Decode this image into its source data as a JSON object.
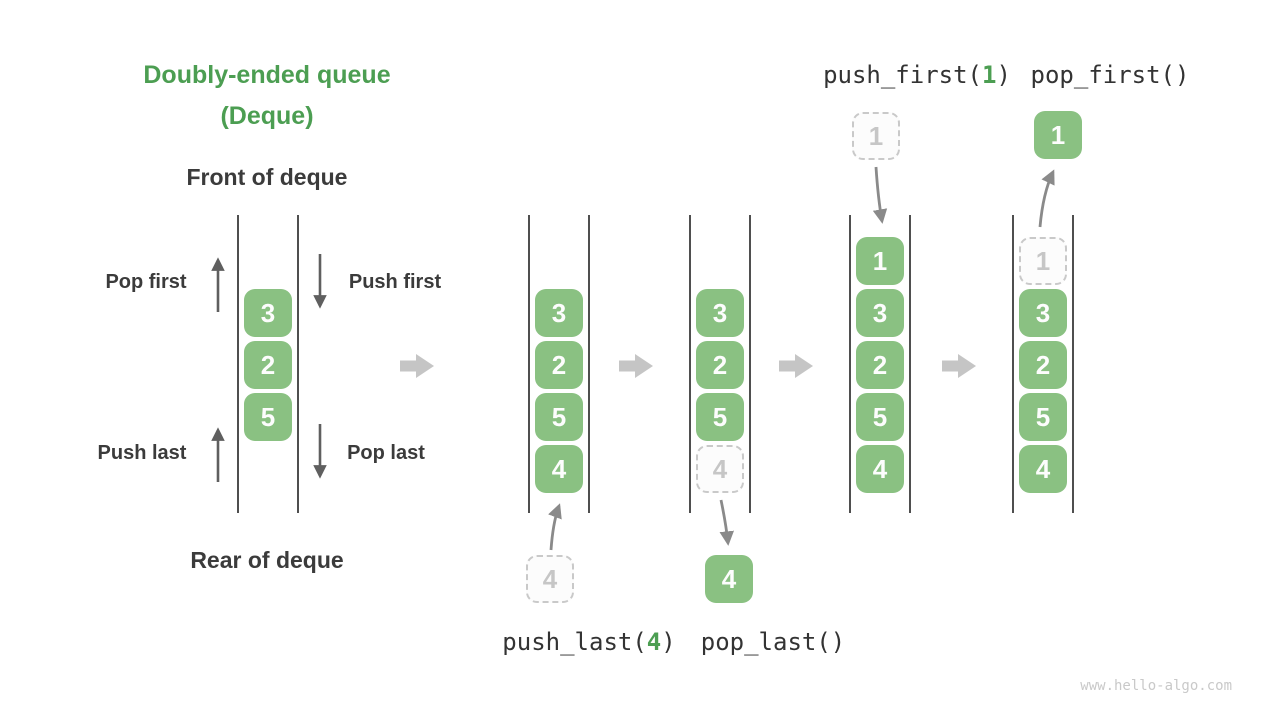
{
  "title": {
    "line1": "Doubly-ended queue",
    "line2": "(Deque)"
  },
  "labels": {
    "front": "Front of deque",
    "rear": "Rear of deque",
    "pop_first": "Pop first",
    "push_first": "Push first",
    "push_last": "Push last",
    "pop_last": "Pop last"
  },
  "operations": {
    "push_first": {
      "prefix": "push_first(",
      "arg": "1",
      "suffix": ")"
    },
    "pop_first": {
      "prefix": "pop_first()",
      "arg": "",
      "suffix": ""
    },
    "push_last": {
      "prefix": "push_last(",
      "arg": "4",
      "suffix": ")"
    },
    "pop_last": {
      "prefix": "pop_last()",
      "arg": "",
      "suffix": ""
    }
  },
  "queues": [
    {
      "id": "deque-overview",
      "start_slot": 1,
      "cells": [
        {
          "value": "3",
          "type": "solid"
        },
        {
          "value": "2",
          "type": "solid"
        },
        {
          "value": "5",
          "type": "solid"
        }
      ]
    },
    {
      "id": "state-initial",
      "start_slot": 1,
      "cells": [
        {
          "value": "3",
          "type": "solid"
        },
        {
          "value": "2",
          "type": "solid"
        },
        {
          "value": "5",
          "type": "solid"
        },
        {
          "value": "4",
          "type": "solid"
        }
      ]
    },
    {
      "id": "state-pop-last",
      "start_slot": 1,
      "cells": [
        {
          "value": "3",
          "type": "solid"
        },
        {
          "value": "2",
          "type": "solid"
        },
        {
          "value": "5",
          "type": "solid"
        },
        {
          "value": "4",
          "type": "ghost"
        }
      ]
    },
    {
      "id": "state-push-first",
      "start_slot": 0,
      "cells": [
        {
          "value": "1",
          "type": "solid"
        },
        {
          "value": "3",
          "type": "solid"
        },
        {
          "value": "2",
          "type": "solid"
        },
        {
          "value": "5",
          "type": "solid"
        },
        {
          "value": "4",
          "type": "solid"
        }
      ]
    },
    {
      "id": "state-pop-first",
      "start_slot": 0,
      "cells": [
        {
          "value": "1",
          "type": "ghost"
        },
        {
          "value": "3",
          "type": "solid"
        },
        {
          "value": "2",
          "type": "solid"
        },
        {
          "value": "5",
          "type": "solid"
        },
        {
          "value": "4",
          "type": "solid"
        }
      ]
    }
  ],
  "floating_boxes": [
    {
      "id": "incoming-4",
      "value": "4",
      "type": "ghost"
    },
    {
      "id": "popped-4",
      "value": "4",
      "type": "solid"
    },
    {
      "id": "incoming-1",
      "value": "1",
      "type": "ghost"
    },
    {
      "id": "popped-1",
      "value": "1",
      "type": "solid"
    }
  ],
  "colors": {
    "accent_green": "#4c9e52",
    "cell_green": "#8ac182",
    "text_dark": "#3b3b3b",
    "ghost_gray": "#c9c9c9",
    "arrow_gray": "#888888",
    "block_arrow_gray": "#c5c5c5"
  },
  "watermark": "www.hello-algo.com"
}
